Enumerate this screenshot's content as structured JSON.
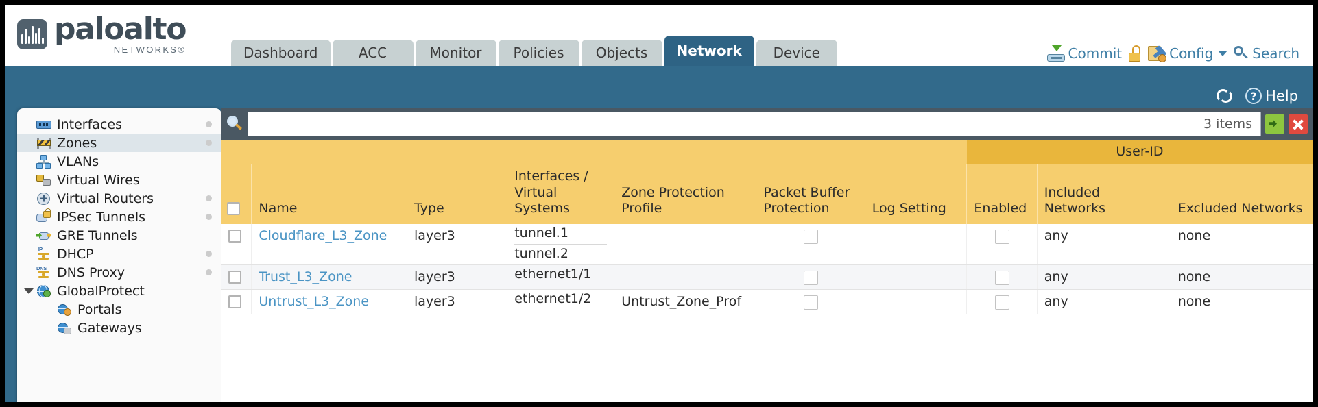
{
  "brand": {
    "name": "paloalto",
    "tagline": "NETWORKS",
    "registered": "®"
  },
  "nav": {
    "tabs": [
      {
        "label": "Dashboard",
        "active": false
      },
      {
        "label": "ACC",
        "active": false
      },
      {
        "label": "Monitor",
        "active": false
      },
      {
        "label": "Policies",
        "active": false
      },
      {
        "label": "Objects",
        "active": false
      },
      {
        "label": "Network",
        "active": true
      },
      {
        "label": "Device",
        "active": false
      }
    ]
  },
  "header_actions": {
    "commit": "Commit",
    "lock_icon": "unlock-icon",
    "config": "Config",
    "search": "Search"
  },
  "blueband": {
    "refresh_icon": "refresh-icon",
    "help": "Help"
  },
  "sidebar": {
    "items": [
      {
        "label": "Interfaces",
        "icon": "interfaces-icon",
        "selected": false,
        "dot": true,
        "child": false,
        "expander": false
      },
      {
        "label": "Zones",
        "icon": "zones-icon",
        "selected": true,
        "dot": true,
        "child": false,
        "expander": false
      },
      {
        "label": "VLANs",
        "icon": "vlans-icon",
        "selected": false,
        "dot": false,
        "child": false,
        "expander": false
      },
      {
        "label": "Virtual Wires",
        "icon": "virtual-wires-icon",
        "selected": false,
        "dot": false,
        "child": false,
        "expander": false
      },
      {
        "label": "Virtual Routers",
        "icon": "virtual-routers-icon",
        "selected": false,
        "dot": true,
        "child": false,
        "expander": false
      },
      {
        "label": "IPSec Tunnels",
        "icon": "ipsec-tunnels-icon",
        "selected": false,
        "dot": true,
        "child": false,
        "expander": false
      },
      {
        "label": "GRE Tunnels",
        "icon": "gre-tunnels-icon",
        "selected": false,
        "dot": false,
        "child": false,
        "expander": false
      },
      {
        "label": "DHCP",
        "icon": "dhcp-icon",
        "selected": false,
        "dot": true,
        "child": false,
        "expander": false
      },
      {
        "label": "DNS Proxy",
        "icon": "dns-proxy-icon",
        "selected": false,
        "dot": true,
        "child": false,
        "expander": false
      },
      {
        "label": "GlobalProtect",
        "icon": "globalprotect-icon",
        "selected": false,
        "dot": false,
        "child": false,
        "expander": true
      },
      {
        "label": "Portals",
        "icon": "portals-icon",
        "selected": false,
        "dot": false,
        "child": true,
        "expander": false
      },
      {
        "label": "Gateways",
        "icon": "gateways-icon",
        "selected": false,
        "dot": false,
        "child": true,
        "expander": false
      }
    ]
  },
  "search": {
    "value": "",
    "placeholder": "",
    "items_count": "3 items",
    "apply_icon": "apply-filter-icon",
    "clear_icon": "clear-filter-icon",
    "magnifier_icon": "search-icon"
  },
  "table": {
    "group_header": "User-ID",
    "columns": [
      "Name",
      "Type",
      "Interfaces / Virtual Systems",
      "Zone Protection Profile",
      "Packet Buffer Protection",
      "Log Setting",
      "Enabled",
      "Included Networks",
      "Excluded Networks"
    ],
    "rows": [
      {
        "selected": false,
        "name": "Cloudflare_L3_Zone",
        "type": "layer3",
        "interfaces": [
          "tunnel.1",
          "tunnel.2"
        ],
        "zone_protection_profile": "",
        "packet_buffer_protection": false,
        "log_setting": "",
        "user_id_enabled": false,
        "included_networks": "any",
        "excluded_networks": "none"
      },
      {
        "selected": false,
        "name": "Trust_L3_Zone",
        "type": "layer3",
        "interfaces": [
          "ethernet1/1"
        ],
        "zone_protection_profile": "",
        "packet_buffer_protection": false,
        "log_setting": "",
        "user_id_enabled": false,
        "included_networks": "any",
        "excluded_networks": "none"
      },
      {
        "selected": false,
        "name": "Untrust_L3_Zone",
        "type": "layer3",
        "interfaces": [
          "ethernet1/2"
        ],
        "zone_protection_profile": "Untrust_Zone_Prof",
        "packet_buffer_protection": false,
        "log_setting": "",
        "user_id_enabled": false,
        "included_networks": "any",
        "excluded_networks": "none"
      }
    ]
  },
  "colors": {
    "brand_dark": "#3f4d58",
    "nav_active": "#2e6384",
    "nav_inactive": "#c7d1d2",
    "band_blue": "#326a8b",
    "header_amber": "#f6ce6e",
    "group_amber": "#e9b63c",
    "link_blue": "#4a94c4",
    "searchbar_dark": "#4a5863"
  }
}
